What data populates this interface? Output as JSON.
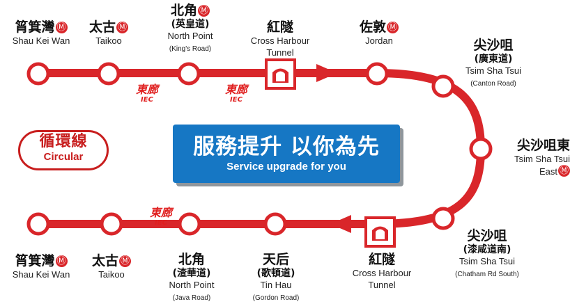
{
  "mtr_icon": "mtr-logo-icon",
  "colors": {
    "line": "#d9262a",
    "banner": "#1677c4",
    "iec": "#e01e1e"
  },
  "badge": {
    "zh": "循環線",
    "en": "Circular"
  },
  "banner": {
    "title": "服務提升  以你為先",
    "subtitle": "Service upgrade for you"
  },
  "iec": {
    "zh": "東廊",
    "en": "IEC"
  },
  "upper": {
    "shau_kei_wan": {
      "zh": "筲箕灣",
      "en": "Shau Kei Wan"
    },
    "taikoo": {
      "zh": "太古",
      "en": "Taikoo"
    },
    "north_point": {
      "zh": "北角",
      "zh_road": "(英皇道)",
      "en": "North Point",
      "en_road": "(King's Road)"
    },
    "tunnel": {
      "zh": "紅隧",
      "en1": "Cross Harbour",
      "en2": "Tunnel"
    },
    "jordan": {
      "zh": "佐敦",
      "en": "Jordan"
    },
    "canton": {
      "zh": "尖沙咀",
      "zh_road": "(廣東道)",
      "en": "Tsim Sha Tsui",
      "en_road": "(Canton Road)"
    },
    "tst_east": {
      "zh": "尖沙咀東",
      "en1": "Tsim Sha Tsui",
      "en2": "East"
    }
  },
  "lower": {
    "chatham": {
      "zh": "尖沙咀",
      "zh_road": "(漆咸道南)",
      "en": "Tsim Sha Tsui",
      "en_road": "(Chatham Rd South)"
    },
    "tunnel": {
      "zh": "紅隧",
      "en1": "Cross Harbour",
      "en2": "Tunnel"
    },
    "tin_hau": {
      "zh": "天后",
      "zh_road": "(歌頓道)",
      "en": "Tin Hau",
      "en_road": "(Gordon Road)"
    },
    "north_point": {
      "zh": "北角",
      "zh_road": "(渣華道)",
      "en": "North Point",
      "en_road": "(Java Road)"
    },
    "taikoo": {
      "zh": "太古",
      "en": "Taikoo"
    },
    "shau_kei_wan": {
      "zh": "筲箕灣",
      "en": "Shau Kei Wan"
    }
  }
}
